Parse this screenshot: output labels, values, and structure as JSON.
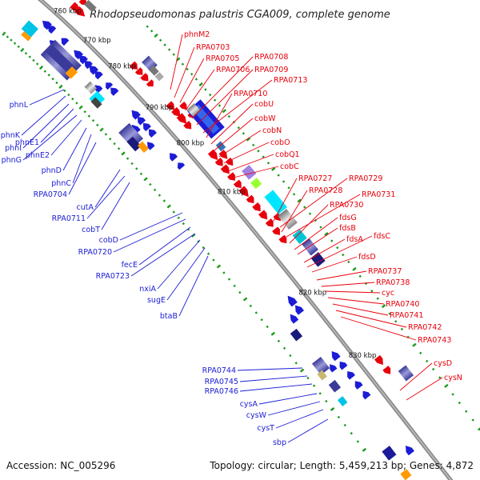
{
  "title": "Rhodopseudomonas palustris CGA009, complete genome",
  "footer": {
    "accession": "Accession: NC_005296",
    "summary": "Topology: circular; Length: 5,459,213 bp; Genes: 4,872"
  },
  "ticks": [
    "760 kbp",
    "770 kbp",
    "780 kbp",
    "790 kbp",
    "800 kbp",
    "810 kbp",
    "820 kbp",
    "830 kbp"
  ],
  "labels_forward": [
    "phnM2",
    "RPA0703",
    "RPA0705",
    "RPA0706",
    "RPA0708",
    "RPA0709",
    "RPA0713",
    "RPA0710",
    "cobU",
    "cobW",
    "cobN",
    "cobO",
    "cobQ1",
    "cobC",
    "RPA0727",
    "RPA0729",
    "RPA0728",
    "RPA0731",
    "RPA0730",
    "fdsG",
    "fdsB",
    "fdsA",
    "fdsC",
    "fdsD",
    "RPA0737",
    "RPA0738",
    "cyc",
    "RPA0740",
    "RPA0741",
    "RPA0742",
    "RPA0743",
    "cysD",
    "cysN"
  ],
  "labels_reverse": [
    "phnL",
    "phnK",
    "phnI",
    "phnE1",
    "phnG",
    "phnE2",
    "phnD",
    "phnC",
    "RPA0704",
    "cutA",
    "RPA0711",
    "cobT",
    "cobD",
    "RPA0720",
    "fecE",
    "RPA0723",
    "nxiA",
    "sugE",
    "btaB",
    "RPA0744",
    "RPA0745",
    "RPA0746",
    "cysA",
    "cysW",
    "cysT",
    "sbp"
  ],
  "colors": {
    "forward": "#e8000b",
    "reverse": "#1c1cd6",
    "backbone": "#8c8c8c",
    "rrna": "#00e5ff",
    "trna": "#ff9a00",
    "other": "#99ff33",
    "dots": "#1a9a1a"
  }
}
